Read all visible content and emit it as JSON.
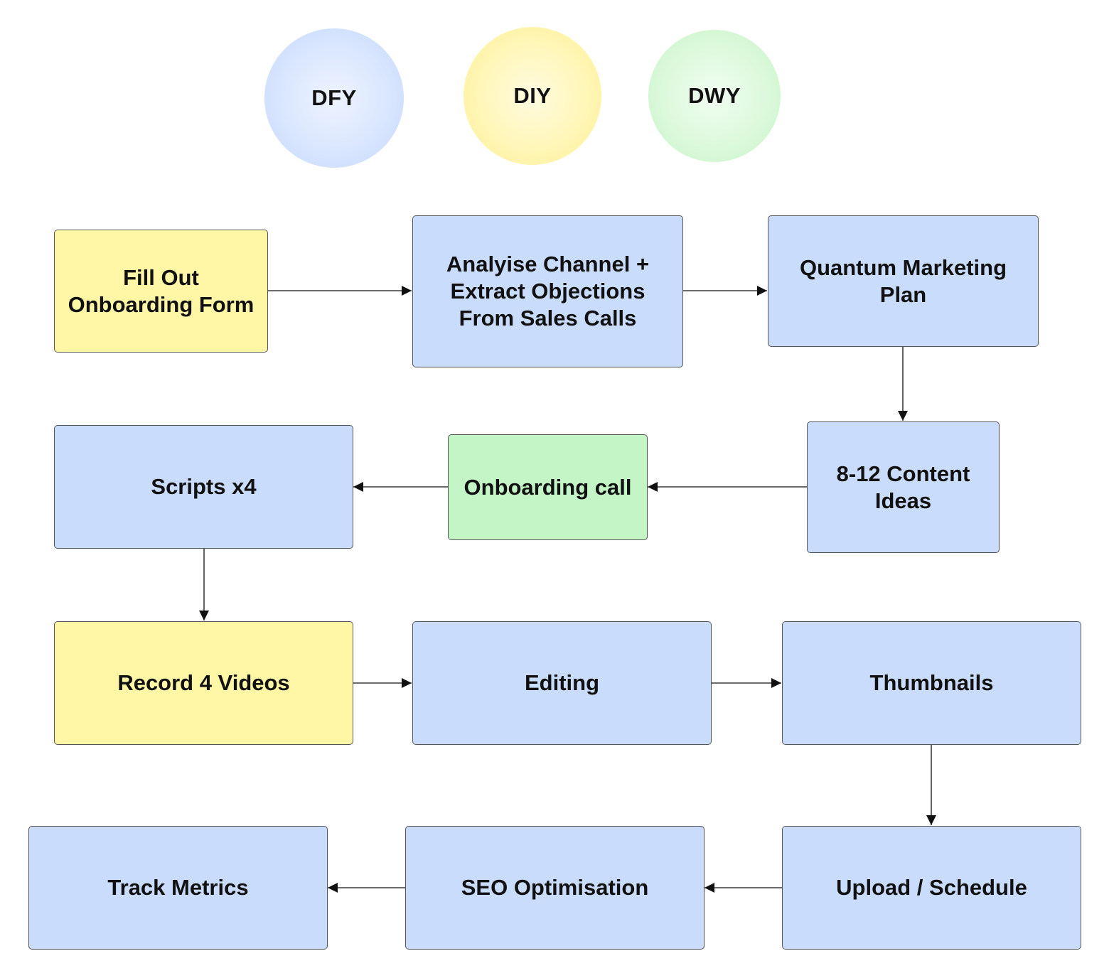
{
  "legend": {
    "dfy": "DFY",
    "diy": "DIY",
    "dwy": "DWY"
  },
  "colors": {
    "dfy_blue": "#c9dcfc",
    "diy_yellow": "#fff6a6",
    "dwy_green": "#c4f5c6",
    "line": "#111111"
  },
  "steps": {
    "fill_out_form": "Fill Out Onboarding Form",
    "analyse_channel": "Analyise Channel + Extract Objections From Sales Calls",
    "quantum_plan": "Quantum Marketing Plan",
    "content_ideas": "8-12 Content Ideas",
    "onboarding_call": "Onboarding call",
    "scripts": "Scripts x4",
    "record_videos": "Record 4 Videos",
    "editing": "Editing",
    "thumbnails": "Thumbnails",
    "upload_schedule": "Upload / Schedule",
    "seo": "SEO Optimisation",
    "track_metrics": "Track Metrics"
  }
}
